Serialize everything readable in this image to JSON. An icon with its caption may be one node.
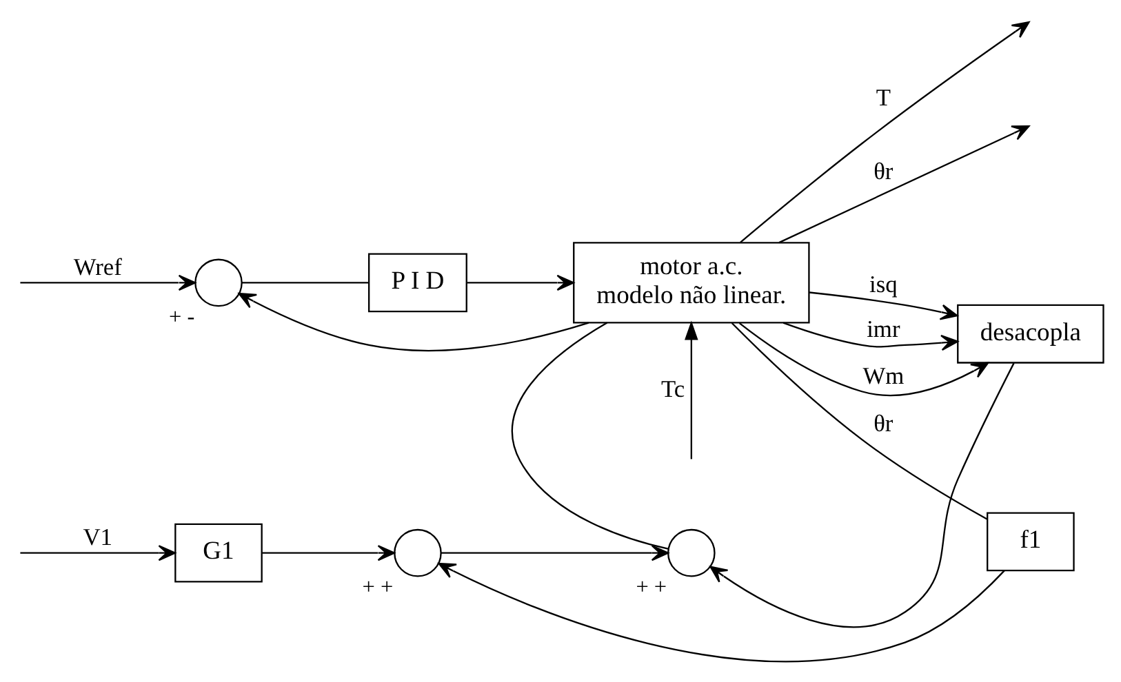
{
  "diagram": {
    "nodes": [
      {
        "text": [],
        "shape": "circle",
        "beside": [
          "+",
          "-"
        ]
      },
      {
        "text": [
          "P I D"
        ]
      },
      {
        "text": [
          "motor a.c.",
          "modelo não linear."
        ]
      },
      {
        "text": [
          "G1"
        ]
      },
      {
        "text": [],
        "shape": "circle",
        "beside": [
          "+",
          "+"
        ]
      },
      {
        "text": [],
        "shape": "circle",
        "beside": [
          "+",
          "+"
        ]
      },
      {
        "text": [
          "desacopla"
        ]
      },
      {
        "text": [
          "f1"
        ]
      }
    ],
    "edges": [
      {
        "from": null,
        "to": 0,
        "arrow": "to",
        "label": "Wref"
      },
      {
        "from": 0,
        "to": 1,
        "arrow": "none"
      },
      {
        "from": 1,
        "to": 2,
        "arrow": "to"
      },
      {
        "from": null,
        "to": 3,
        "arrow": "to",
        "label": "V1"
      },
      {
        "from": 3,
        "to": 4,
        "arrow": "to"
      },
      {
        "from": 4,
        "to": 5,
        "arrow": "to"
      },
      {
        "from": 5,
        "to": 2,
        "arrow": "none"
      },
      {
        "from": 2,
        "to": null,
        "arrow": "to",
        "label": "T"
      },
      {
        "from": 2,
        "to": null,
        "arrow": "to",
        "label": "θr"
      },
      {
        "from": null,
        "to": 2,
        "arrow": "to",
        "label": "Tc"
      },
      {
        "from": 2,
        "to": 6,
        "arrow": "to",
        "label": "isq"
      },
      {
        "from": 2,
        "to": 6,
        "arrow": "to",
        "label": "imr"
      },
      {
        "from": 2,
        "to": 6,
        "arrow": "to",
        "label": "Wm"
      },
      {
        "from": 2,
        "to": 0,
        "arrow": "to"
      },
      {
        "from": 2,
        "to": 7,
        "arrow": "none",
        "label": "θr"
      },
      {
        "from": 7,
        "to": 4,
        "arrow": "to"
      },
      {
        "from": 6,
        "to": 5,
        "arrow": "to"
      }
    ]
  }
}
